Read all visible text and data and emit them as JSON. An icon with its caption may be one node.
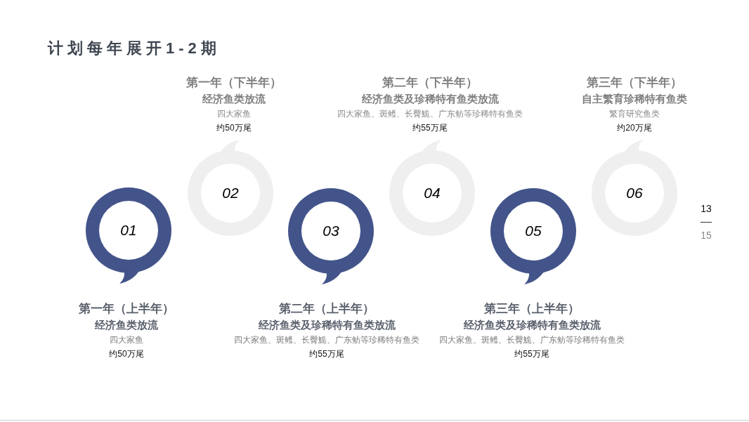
{
  "diagram": {
    "title": "计划每年展开1-2期",
    "nodes": [
      {
        "text": [
          "01"
        ],
        "beside": [
          "第一年（上半年）",
          "经济鱼类放流",
          "四大家鱼",
          "约50万尾"
        ]
      },
      {
        "text": [
          "02"
        ],
        "beside": [
          "第一年（下半年）",
          "经济鱼类放流",
          "四大家鱼",
          "约50万尾"
        ]
      },
      {
        "text": [
          "03"
        ],
        "beside": [
          "第二年（上半年）",
          "经济鱼类及珍稀特有鱼类放流",
          "四大家鱼、斑鳠、长臀鮠、广东鲂等珍稀特有鱼类",
          "约55万尾"
        ]
      },
      {
        "text": [
          "04"
        ],
        "beside": [
          "第二年（下半年）",
          "经济鱼类及珍稀特有鱼类放流",
          "四大家鱼、斑鳠、长臀鮠、广东鲂等珍稀特有鱼类",
          "约55万尾"
        ]
      },
      {
        "text": [
          "05"
        ],
        "beside": [
          "第三年（上半年）",
          "经济鱼类及珍稀特有鱼类放流",
          "四大家鱼、斑鳠、长臀鮠、广东鲂等珍稀特有鱼类",
          "约55万尾"
        ]
      },
      {
        "text": [
          "06"
        ],
        "beside": [
          "第三年（下半年）",
          "自主繁育珍稀特有鱼类",
          "繁育研究鱼类",
          "约20万尾"
        ]
      }
    ],
    "labels": [
      "13",
      "15"
    ]
  }
}
